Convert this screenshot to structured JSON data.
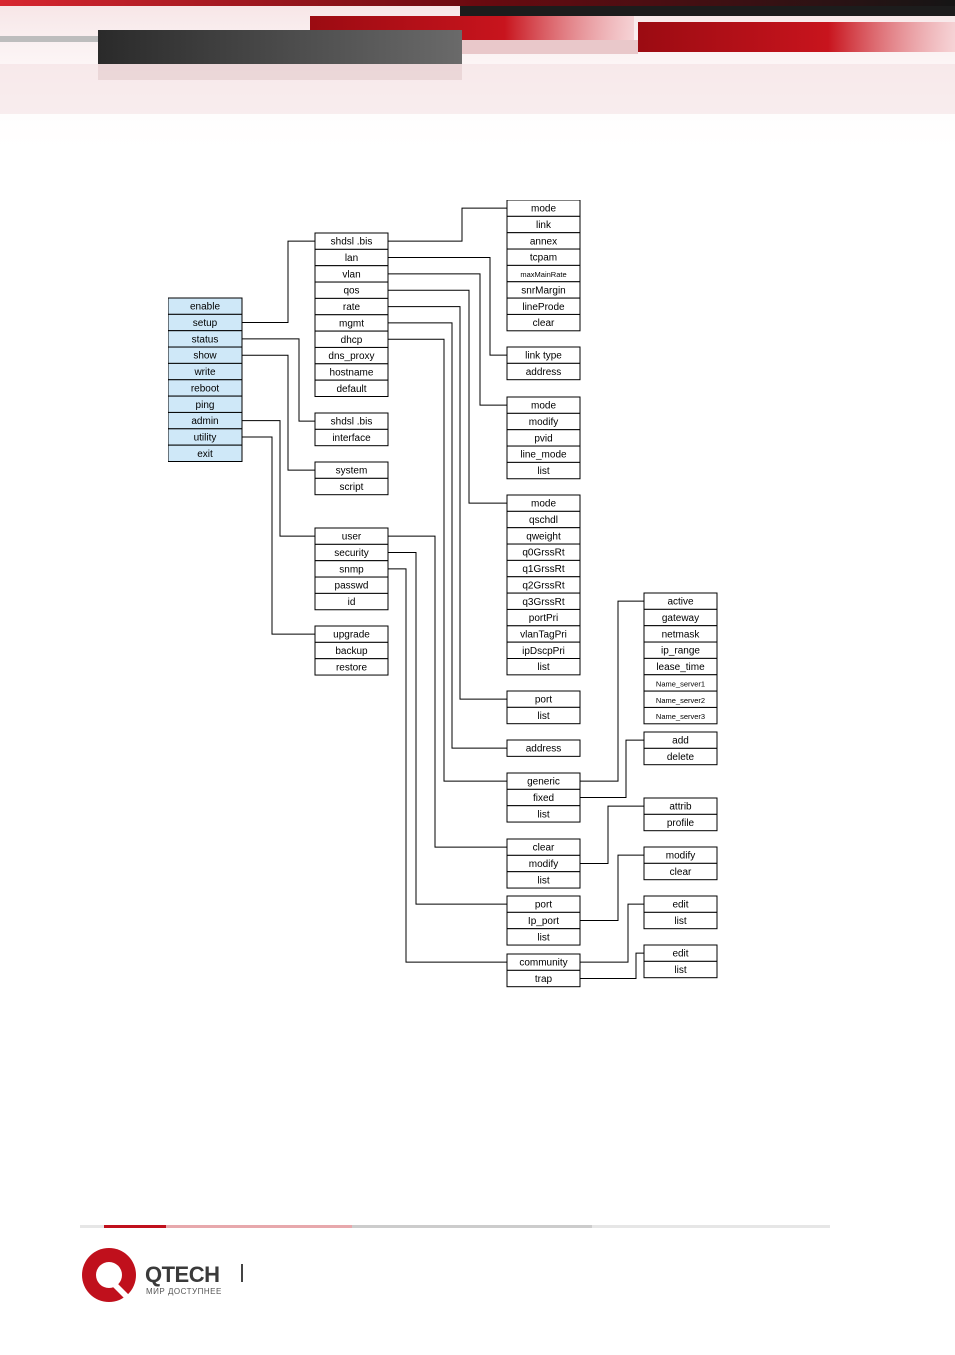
{
  "brand": {
    "name": "QTECH",
    "tagline": "МИР ДОСТУПНЕЕ"
  },
  "colors": {
    "accent": "#c0101c",
    "menu_fill": "#cfe8f8",
    "line": "#000000"
  },
  "menu_tree": {
    "columns": [
      {
        "id": "c1",
        "nodes": [
          {
            "id": "enable",
            "label": "enable"
          },
          {
            "id": "setup",
            "label": "setup"
          },
          {
            "id": "status",
            "label": "status"
          },
          {
            "id": "show",
            "label": "show"
          },
          {
            "id": "write",
            "label": "write"
          },
          {
            "id": "reboot",
            "label": "reboot"
          },
          {
            "id": "ping",
            "label": "ping"
          },
          {
            "id": "admin",
            "label": "admin"
          },
          {
            "id": "utility",
            "label": "utility"
          },
          {
            "id": "exit",
            "label": "exit"
          }
        ]
      },
      {
        "id": "c2",
        "groups": [
          {
            "id": "setup-group",
            "nodes": [
              {
                "id": "s-shdsl",
                "label": "shdsl .bis"
              },
              {
                "id": "s-lan",
                "label": "lan"
              },
              {
                "id": "s-vlan",
                "label": "vlan"
              },
              {
                "id": "s-qos",
                "label": "qos"
              },
              {
                "id": "s-rate",
                "label": "rate"
              },
              {
                "id": "s-mgmt",
                "label": "mgmt"
              },
              {
                "id": "s-dhcp",
                "label": "dhcp"
              },
              {
                "id": "s-dns",
                "label": "dns_proxy"
              },
              {
                "id": "s-hostname",
                "label": "hostname"
              },
              {
                "id": "s-default",
                "label": "default"
              }
            ]
          },
          {
            "id": "status-group",
            "nodes": [
              {
                "id": "st-shdsl",
                "label": "shdsl .bis"
              },
              {
                "id": "st-interface",
                "label": "interface"
              }
            ]
          },
          {
            "id": "show-group",
            "nodes": [
              {
                "id": "sh-system",
                "label": "system"
              },
              {
                "id": "sh-script",
                "label": "script"
              }
            ]
          },
          {
            "id": "admin-group",
            "nodes": [
              {
                "id": "a-user",
                "label": "user"
              },
              {
                "id": "a-security",
                "label": "security"
              },
              {
                "id": "a-snmp",
                "label": "snmp"
              },
              {
                "id": "a-passwd",
                "label": "passwd"
              },
              {
                "id": "a-id",
                "label": "id"
              }
            ]
          },
          {
            "id": "utility-group",
            "nodes": [
              {
                "id": "u-upgrade",
                "label": "upgrade"
              },
              {
                "id": "u-backup",
                "label": "backup"
              },
              {
                "id": "u-restore",
                "label": "restore"
              }
            ]
          }
        ]
      },
      {
        "id": "c3",
        "groups": [
          {
            "id": "shdsl-group",
            "nodes": [
              {
                "id": "m-mode",
                "label": "mode"
              },
              {
                "id": "m-link",
                "label": "link"
              },
              {
                "id": "m-annex",
                "label": "annex"
              },
              {
                "id": "m-tcpam",
                "label": "tcpam"
              },
              {
                "id": "m-maxrate",
                "label": "maxMainRate"
              },
              {
                "id": "m-snr",
                "label": "snrMargin"
              },
              {
                "id": "m-lineprode",
                "label": "lineProde"
              },
              {
                "id": "m-clear",
                "label": "clear"
              }
            ]
          },
          {
            "id": "lan-group",
            "nodes": [
              {
                "id": "l-linktype",
                "label": "link type"
              },
              {
                "id": "l-address",
                "label": "address"
              }
            ]
          },
          {
            "id": "vlan-group",
            "nodes": [
              {
                "id": "v-mode",
                "label": "mode"
              },
              {
                "id": "v-modify",
                "label": "modify"
              },
              {
                "id": "v-pvid",
                "label": "pvid"
              },
              {
                "id": "v-linemode",
                "label": "line_mode"
              },
              {
                "id": "v-list",
                "label": "list"
              }
            ]
          },
          {
            "id": "qos-group",
            "nodes": [
              {
                "id": "q-mode",
                "label": "mode"
              },
              {
                "id": "q-qschdl",
                "label": "qschdl"
              },
              {
                "id": "q-qweight",
                "label": "qweight"
              },
              {
                "id": "q-q0",
                "label": "q0GrssRt"
              },
              {
                "id": "q-q1",
                "label": "q1GrssRt"
              },
              {
                "id": "q-q2",
                "label": "q2GrssRt"
              },
              {
                "id": "q-q3",
                "label": "q3GrssRt"
              },
              {
                "id": "q-portpri",
                "label": "portPri"
              },
              {
                "id": "q-vlantag",
                "label": "vlanTagPri"
              },
              {
                "id": "q-ipdscp",
                "label": "ipDscpPri"
              },
              {
                "id": "q-list",
                "label": "list"
              }
            ]
          },
          {
            "id": "rate-group",
            "nodes": [
              {
                "id": "r-port",
                "label": "port"
              },
              {
                "id": "r-list",
                "label": "list"
              }
            ]
          },
          {
            "id": "mgmt-group",
            "nodes": [
              {
                "id": "mg-address",
                "label": "address"
              }
            ]
          },
          {
            "id": "dhcp-group",
            "nodes": [
              {
                "id": "d-generic",
                "label": "generic"
              },
              {
                "id": "d-fixed",
                "label": "fixed"
              },
              {
                "id": "d-list",
                "label": "list"
              }
            ]
          },
          {
            "id": "user-group",
            "nodes": [
              {
                "id": "us-clear",
                "label": "clear"
              },
              {
                "id": "us-modify",
                "label": "modify"
              },
              {
                "id": "us-list",
                "label": "list"
              }
            ]
          },
          {
            "id": "security-group",
            "nodes": [
              {
                "id": "se-port",
                "label": "port"
              },
              {
                "id": "se-ipport",
                "label": "Ip_port"
              },
              {
                "id": "se-list",
                "label": "list"
              }
            ]
          },
          {
            "id": "snmp-group",
            "nodes": [
              {
                "id": "sn-community",
                "label": "community"
              },
              {
                "id": "sn-trap",
                "label": "trap"
              }
            ]
          }
        ]
      },
      {
        "id": "c4",
        "groups": [
          {
            "id": "generic-group",
            "nodes": [
              {
                "id": "g-active",
                "label": "active"
              },
              {
                "id": "g-gateway",
                "label": "gateway"
              },
              {
                "id": "g-netmask",
                "label": "netmask"
              },
              {
                "id": "g-iprange",
                "label": "ip_range"
              },
              {
                "id": "g-lease",
                "label": "lease_time"
              },
              {
                "id": "g-ns1",
                "label": "Name_server1"
              },
              {
                "id": "g-ns2",
                "label": "Name_server2"
              },
              {
                "id": "g-ns3",
                "label": "Name_server3"
              }
            ]
          },
          {
            "id": "fixed-group",
            "nodes": [
              {
                "id": "f-add",
                "label": "add"
              },
              {
                "id": "f-delete",
                "label": "delete"
              }
            ]
          },
          {
            "id": "usermodify-group",
            "nodes": [
              {
                "id": "um-attrib",
                "label": "attrib"
              },
              {
                "id": "um-profile",
                "label": "profile"
              }
            ]
          },
          {
            "id": "ipport-group",
            "nodes": [
              {
                "id": "ip-modify",
                "label": "modify"
              },
              {
                "id": "ip-clear",
                "label": "clear"
              }
            ]
          },
          {
            "id": "community-group",
            "nodes": [
              {
                "id": "co-edit",
                "label": "edit"
              },
              {
                "id": "co-list",
                "label": "list"
              }
            ]
          },
          {
            "id": "trap-group",
            "nodes": [
              {
                "id": "tr-edit",
                "label": "edit"
              },
              {
                "id": "tr-list",
                "label": "list"
              }
            ]
          }
        ]
      }
    ],
    "edges": [
      [
        "setup",
        "setup-group"
      ],
      [
        "status",
        "status-group"
      ],
      [
        "show",
        "show-group"
      ],
      [
        "admin",
        "admin-group"
      ],
      [
        "utility",
        "utility-group"
      ],
      [
        "s-shdsl",
        "shdsl-group"
      ],
      [
        "s-lan",
        "lan-group"
      ],
      [
        "s-vlan",
        "vlan-group"
      ],
      [
        "s-qos",
        "qos-group"
      ],
      [
        "s-rate",
        "rate-group"
      ],
      [
        "s-mgmt",
        "mgmt-group"
      ],
      [
        "s-dhcp",
        "dhcp-group"
      ],
      [
        "a-user",
        "user-group"
      ],
      [
        "a-security",
        "security-group"
      ],
      [
        "a-snmp",
        "snmp-group"
      ],
      [
        "d-generic",
        "generic-group"
      ],
      [
        "d-fixed",
        "fixed-group"
      ],
      [
        "us-modify",
        "usermodify-group"
      ],
      [
        "se-ipport",
        "ipport-group"
      ],
      [
        "sn-community",
        "community-group"
      ],
      [
        "sn-trap",
        "trap-group"
      ]
    ]
  }
}
